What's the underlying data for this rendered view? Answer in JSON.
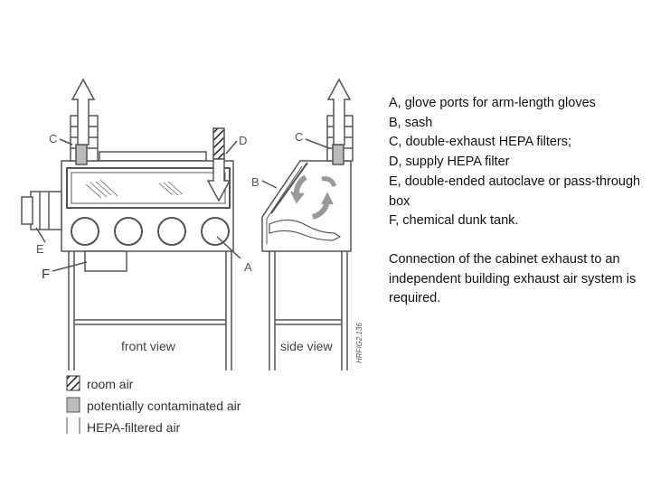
{
  "legend": {
    "room_air": "room air",
    "contaminated_air": "potentially contaminated air",
    "hepa_filtered_air": "HEPA-filtered air"
  },
  "views": {
    "front": "front view",
    "side": "side view"
  },
  "markers": {
    "A": "A",
    "B": "B",
    "C": "C",
    "D": "D",
    "E": "E",
    "F": "F"
  },
  "figure_code": "HRFIG2.136",
  "caption": {
    "items": [
      "A, glove ports for arm-length gloves",
      "B, sash",
      "C, double-exhaust HEPA filters;",
      "D, supply HEPA filter",
      "E, double-ended autoclave or pass-through box",
      "F, chemical dunk tank."
    ],
    "note": "Connection of the cabinet exhaust to an independent building exhaust air system is required."
  },
  "colors": {
    "line": "#555555",
    "fill_gray": "#bbbbbb",
    "text": "#111111"
  }
}
